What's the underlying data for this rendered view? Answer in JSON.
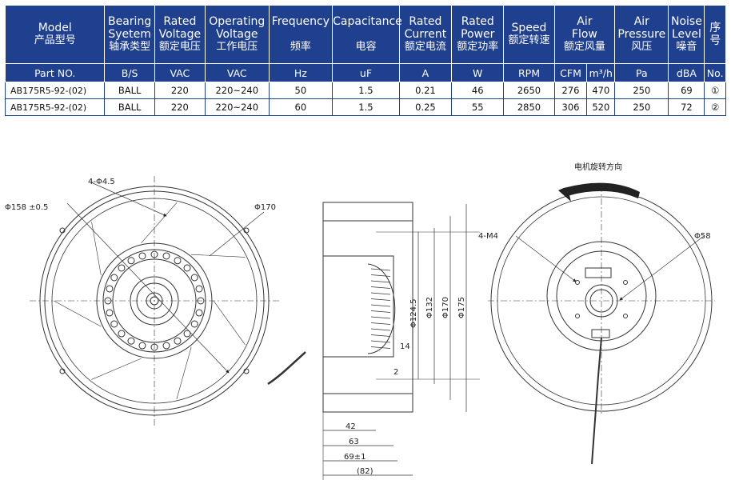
{
  "headers": {
    "model": [
      "Model",
      "产品型号"
    ],
    "bearing": [
      "Bearing",
      "Syetem",
      "轴承类型"
    ],
    "rated_voltage": [
      "Rated",
      "Voltage",
      "额定电压"
    ],
    "operating_voltage": [
      "Operating",
      "Voltage",
      "工作电压"
    ],
    "frequency": [
      "Frequency",
      "频率"
    ],
    "capacitance": [
      "Capacitance",
      "电容"
    ],
    "rated_current": [
      "Rated",
      "Current",
      "额定电流"
    ],
    "rated_power": [
      "Rated",
      "Power",
      "额定功率"
    ],
    "speed": [
      "Speed",
      "额定转速"
    ],
    "air_flow": [
      "Air",
      "Flow",
      "额定风量"
    ],
    "air_pressure": [
      "Air",
      "Pressure",
      "风压"
    ],
    "noise": [
      "Noise",
      "Level",
      "噪音"
    ],
    "seq": [
      "序",
      "号"
    ]
  },
  "units": [
    "Part NO.",
    "B/S",
    "VAC",
    "VAC",
    "Hz",
    "uF",
    "A",
    "W",
    "RPM",
    "CFM",
    "m³/h",
    "Pa",
    "dBA",
    "No."
  ],
  "rows": [
    [
      "AB175R5-92-(02)",
      "BALL",
      "220",
      "220~240",
      "50",
      "1.5",
      "0.21",
      "46",
      "2650",
      "276",
      "470",
      "250",
      "69",
      "①"
    ],
    [
      "AB175R5-92-(02)",
      "BALL",
      "220",
      "220~240",
      "60",
      "1.5",
      "0.25",
      "55",
      "2850",
      "306",
      "520",
      "250",
      "72",
      "②"
    ]
  ],
  "drawing": {
    "front": {
      "holes_label": "4-Φ4.5",
      "dia_label": "Φ158 ±0.5",
      "outer_label": "Φ170"
    },
    "side": {
      "d124": "Φ124.5",
      "d132": "Φ132",
      "d170": "Φ170",
      "d175": "Φ175",
      "dim14": "14",
      "dim2": "2",
      "dim42": "42",
      "dim63": "63",
      "dim69": "69±1",
      "dim82": "(82)"
    },
    "rear": {
      "rotation_label": "电机旋转方向",
      "m4_label": "4-M4",
      "d58_label": "Φ58"
    }
  }
}
